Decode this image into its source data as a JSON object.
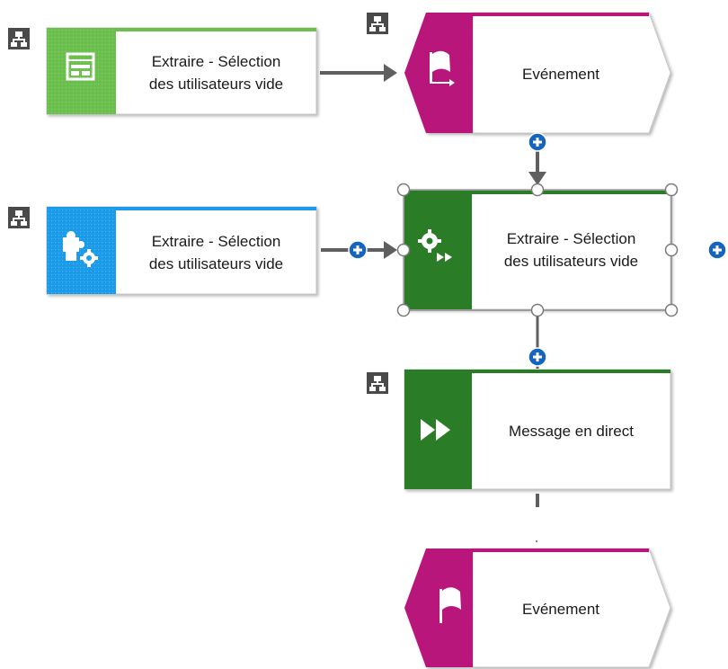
{
  "diagram": {
    "nodes": {
      "screen_top": {
        "type": "screen",
        "label": "Extraire - Sélection\ndes utilisateurs vide",
        "accent": "#6bbf4e",
        "icon": "window-icon"
      },
      "event_top": {
        "type": "event",
        "label": "Evénement",
        "accent": "#b8167a",
        "icon": "flag-arrow-icon"
      },
      "function_left": {
        "type": "function",
        "label": "Extraire - Sélection\ndes utilisateurs vide",
        "accent": "#1e9be9",
        "icon": "puzzle-gear-icon"
      },
      "function_selected": {
        "type": "function",
        "label": "Extraire - Sélection\ndes utilisateurs vide",
        "accent": "#2a7d27",
        "icon": "gear-forward-icon",
        "selected": true
      },
      "message": {
        "type": "message",
        "label": "Message en direct",
        "accent": "#2a7d27",
        "icon": "fast-forward-icon"
      },
      "event_bottom": {
        "type": "event",
        "label": "Evénement",
        "accent": "#b8167a",
        "icon": "flag-icon"
      }
    },
    "colors": {
      "connector": "#5f5f5f",
      "plus_button": "#1565c0",
      "hierarchy_icon": "#4a4a4a",
      "selection_frame": "#808080"
    }
  }
}
